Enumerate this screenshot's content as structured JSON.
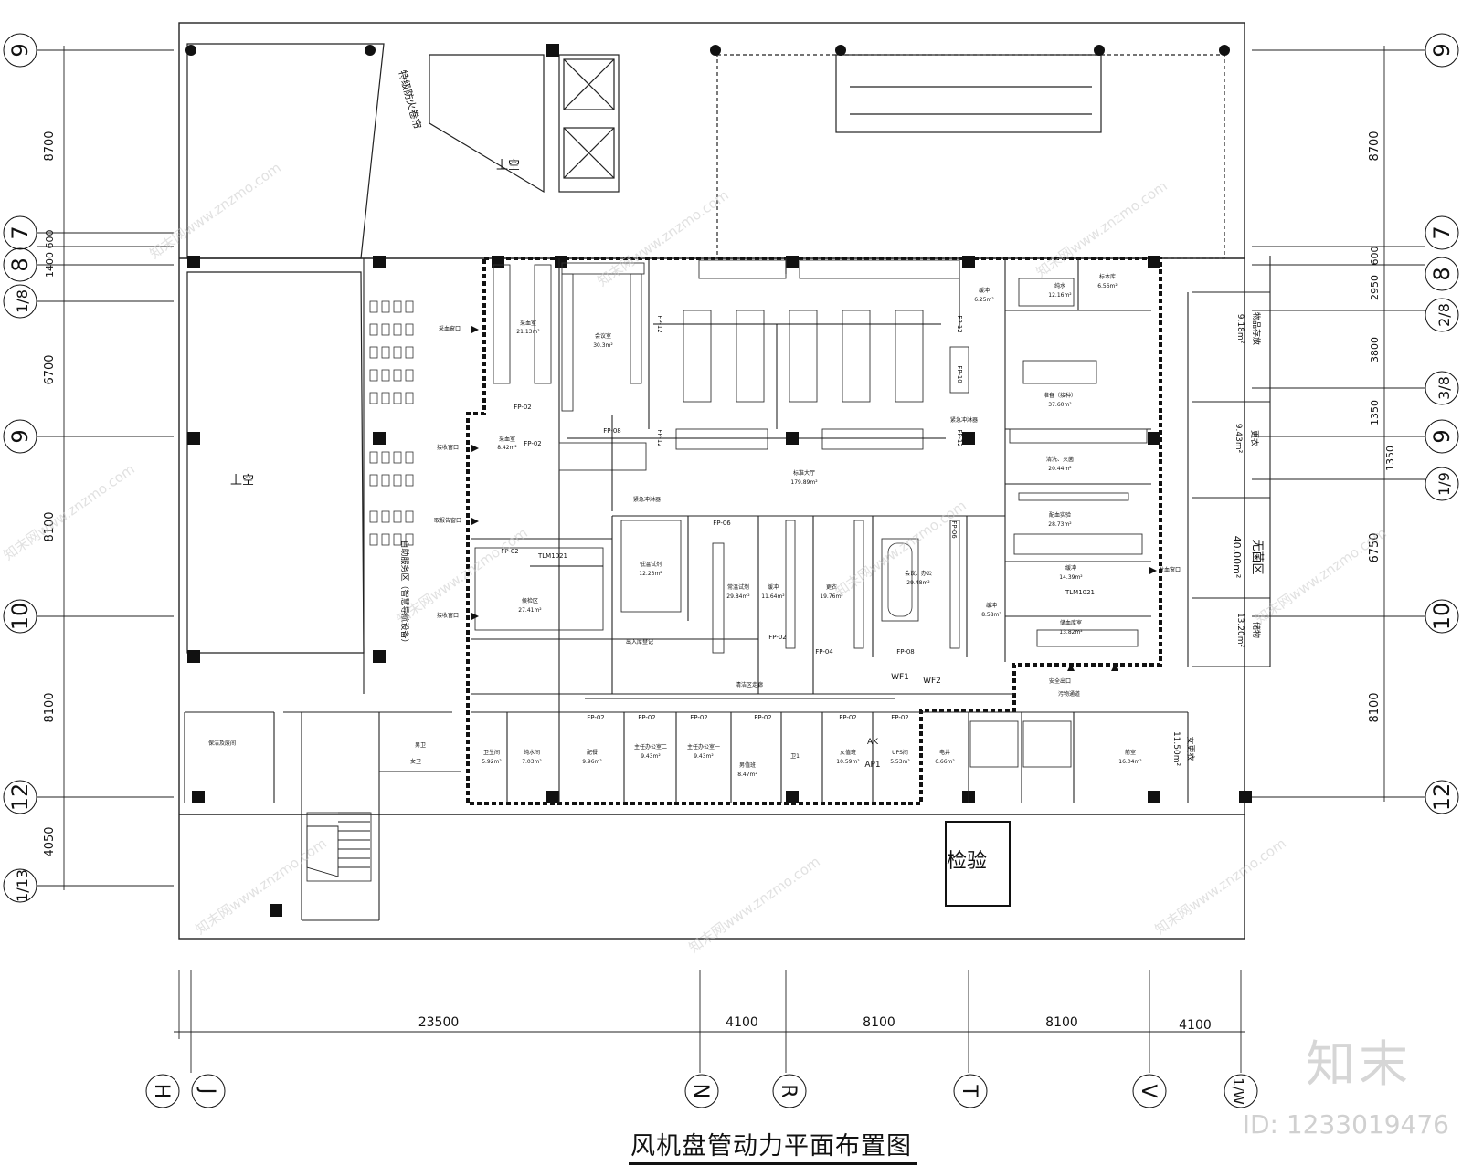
{
  "drawing": {
    "title": "风机盘管动力平面布置图",
    "brand": "知末",
    "id_label": "ID: 1233019476",
    "watermark": "知末网www.znzmo.com"
  },
  "axes": {
    "left_grid": [
      "9",
      "7",
      "8",
      "1/8",
      "9",
      "10",
      "12",
      "1/13"
    ],
    "right_grid": [
      "9",
      "7",
      "8",
      "2/8",
      "3/8",
      "9",
      "1/9",
      "10",
      "12"
    ],
    "bottom_grid": [
      "H",
      "J",
      "N",
      "R",
      "T",
      "V",
      "1/W"
    ]
  },
  "dimensions": {
    "left": [
      "8700",
      "600",
      "1400",
      "6700",
      "8100",
      "8100",
      "4050"
    ],
    "right": [
      "8700",
      "600",
      "2950",
      "3800",
      "1350",
      "1350",
      "6750",
      "8100"
    ],
    "bottom": [
      "23500",
      "4100",
      "8100",
      "8100",
      "4100"
    ]
  },
  "rooms": {
    "void_top": "上空",
    "void_left": "上空",
    "fire_shutter": "特级防火卷帘",
    "waiting_area": "自助服务区（智慧导航设备）",
    "inspection": "检验",
    "sample_storage": "采血室",
    "sample_storage_area": "21.13m²",
    "hall": "标准大厅",
    "hall_area": "179.89m²",
    "office": "会议室",
    "office_area": "30.3m²",
    "vein_room": "采血室",
    "vein_area": "8.42m²",
    "waiting": "候检区",
    "waiting_area_val": "27.41m²",
    "low_temp": "低温试剂",
    "low_temp_area": "12.23m²",
    "normal_temp": "常温试剂",
    "normal_temp_area": "29.84m²",
    "buffer1": "缓冲",
    "buffer1_area": "11.64m²",
    "change": "更衣",
    "change_area": "19.76m²",
    "meeting": "会议、办公",
    "meeting_area": "29.48m²",
    "buffer2": "缓冲",
    "buffer2_area": "8.58m²",
    "buffer3": "缓冲",
    "buffer3_area": "6.25m²",
    "sample_lib": "标本库",
    "sample_lib_area": "6.56m²",
    "pure": "纯水",
    "pure_area": "12.16m²",
    "prep": "准备（接种）",
    "prep_area": "37.60m²",
    "clean": "清洗、灭菌",
    "clean_area": "20.44m²",
    "blood_lab": "配血实验",
    "blood_lab_area": "28.73m²",
    "buffer4": "缓冲",
    "buffer4_area": "14.39m²",
    "blood_bank": "储血库室",
    "blood_bank_area": "13.82m²",
    "washroom": "卫生间",
    "washroom_area": "5.92m²",
    "pure_water": "纯水间",
    "pure_water_area": "7.03m²",
    "dressing": "配餐",
    "dressing_area": "9.96m²",
    "office2": "主任办公室二",
    "office2_area": "9.43m²",
    "office1": "主任办公室一",
    "office1_area": "9.43m²",
    "toilet": "卫1",
    "male": "男值班",
    "male_area": "8.47m²",
    "female": "女值班",
    "female_area": "10.59m²",
    "ups": "UPS间",
    "ups_area": "5.53m²",
    "elec": "电井",
    "elec_area": "6.66m²",
    "front": "前室",
    "front_area": "16.04m²",
    "clean_zone": "无菌区",
    "clean_zone_area": "40.00m²",
    "storage": "储物",
    "storage_area": "13.20m²",
    "female_toilet": "女卫",
    "male_toilet": "男卫",
    "cleaning": "保洁及废间",
    "corridor": "清洁区走廊",
    "clean_corridor": "污物通道",
    "right_col1": "物品存放",
    "right_col1_area": "9.18m²",
    "right_col2": "更衣",
    "right_col2_area": "9.43m²",
    "right_col3": "女更衣",
    "right_col3_area": "11.50m²",
    "window_receive": "接收窗口",
    "window_a": "采血窗口",
    "window_b": "发血窗口",
    "window_c": "取报告窗口",
    "entrance_reg": "出入库登记",
    "safe_exit": "安全出口",
    "emergency": "紧急冲淋器"
  },
  "equipment_tags": [
    "FP-02",
    "FP-08",
    "FP-12",
    "FP-06",
    "FP-04",
    "FP-10",
    "WF1",
    "WF2",
    "TLM1021",
    "AK",
    "AP1",
    "UPS"
  ]
}
